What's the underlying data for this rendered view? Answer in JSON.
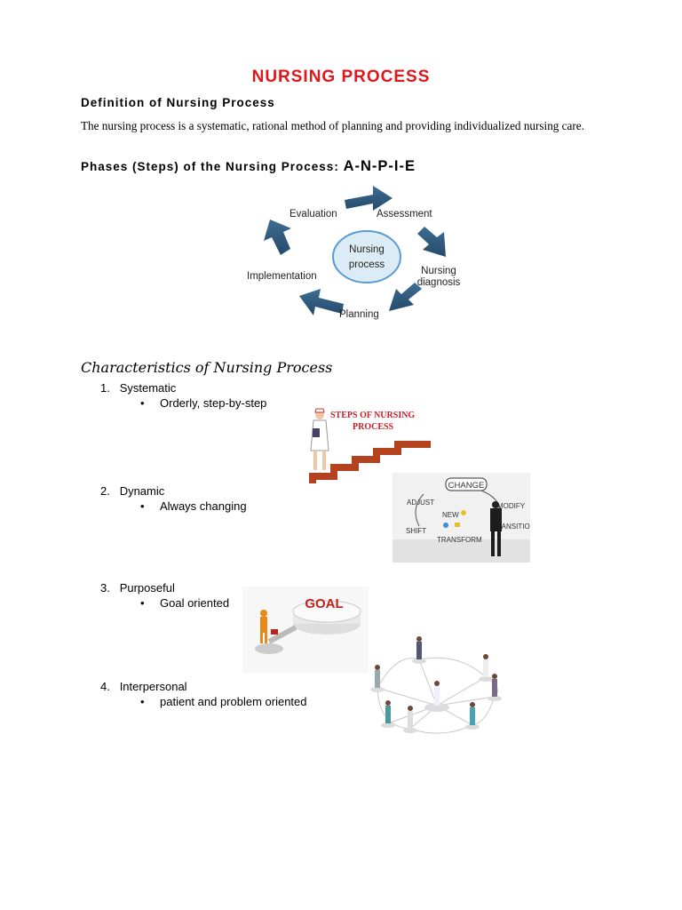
{
  "title": "NURSING PROCESS",
  "definition": {
    "heading": "Definition of Nursing Process",
    "text": "The nursing process is a systematic, rational method of planning and providing individualized nursing care."
  },
  "phases": {
    "heading": "Phases (Steps) of the Nursing Process: ",
    "acronym": "A-N-P-I-E",
    "diagram": {
      "center_line1": "Nursing",
      "center_line2": "process",
      "evaluation": "Evaluation",
      "assessment": "Assessment",
      "diagnosis_line1": "Nursing",
      "diagnosis_line2": "diagnosis",
      "planning": "Planning",
      "implementation": "Implementation",
      "arrow_color": "#2e5677"
    }
  },
  "characteristics": {
    "heading": "Characteristics of Nursing Process",
    "items": [
      {
        "num": "1.",
        "label": "Systematic",
        "sub": "Orderly, step-by-step"
      },
      {
        "num": "2.",
        "label": "Dynamic",
        "sub": "Always changing"
      },
      {
        "num": "3.",
        "label": "Purposeful",
        "sub": "Goal oriented"
      },
      {
        "num": "4.",
        "label": "Interpersonal",
        "sub": "patient and problem oriented"
      }
    ],
    "images": {
      "steps_line1": "STEPS OF NURSING",
      "steps_line2": "PROCESS",
      "change": "CHANGE",
      "adjust": "ADJUST",
      "modify": "MODIFY",
      "new": "NEW",
      "shift": "SHIFT",
      "transition": "TRANSITION",
      "transform": "TRANSFORM",
      "goal": "GOAL"
    }
  }
}
